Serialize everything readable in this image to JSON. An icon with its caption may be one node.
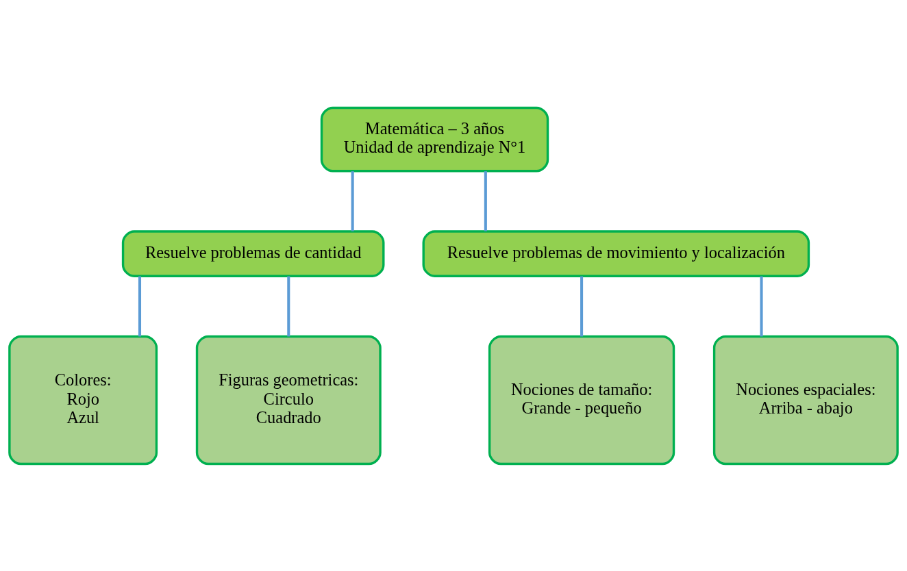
{
  "diagram": {
    "nodes": [
      {
        "text": [
          "Matemática – 3 años",
          "Unidad de aprendizaje N°1"
        ]
      },
      {
        "text": [
          "Resuelve problemas de cantidad"
        ]
      },
      {
        "text": [
          "Resuelve problemas de movimiento y localización"
        ]
      },
      {
        "text": [
          "Colores:",
          "Rojo",
          "Azul"
        ]
      },
      {
        "text": [
          "Figuras geometricas:",
          "Circulo",
          "Cuadrado"
        ]
      },
      {
        "text": [
          "Nociones de tamaño:",
          "Grande - pequeño"
        ]
      },
      {
        "text": [
          "Nociones espaciales:",
          "Arriba - abajo"
        ]
      }
    ],
    "edges": [
      {
        "from": 0,
        "to": 1,
        "arrow": "none"
      },
      {
        "from": 0,
        "to": 2,
        "arrow": "none"
      },
      {
        "from": 1,
        "to": 3,
        "arrow": "none"
      },
      {
        "from": 1,
        "to": 4,
        "arrow": "none"
      },
      {
        "from": 2,
        "to": 5,
        "arrow": "none"
      },
      {
        "from": 2,
        "to": 6,
        "arrow": "none"
      }
    ]
  }
}
